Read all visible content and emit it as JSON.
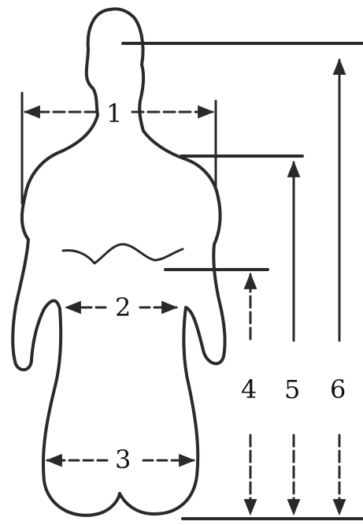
{
  "diagram": {
    "labels": [
      {
        "id": "m1",
        "text": "1"
      },
      {
        "id": "m2",
        "text": "2"
      },
      {
        "id": "m3",
        "text": "3"
      },
      {
        "id": "m4",
        "text": "4"
      },
      {
        "id": "m5",
        "text": "5"
      },
      {
        "id": "m6",
        "text": "6"
      }
    ],
    "colors": {
      "ink": "#2a2a2a",
      "background": "#ffffff"
    }
  }
}
